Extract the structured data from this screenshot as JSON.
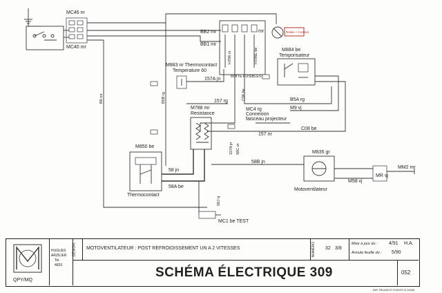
{
  "diagram": {
    "labels": {
      "mc46": "MC46 nr",
      "mc40": "MC40 mr",
      "bb2": "BB2 mr",
      "bb1": "BB1 mr",
      "mr_top": "mr",
      "h706": "H706 nr",
      "h706e": "H706E be",
      "boite": "BOITE FUSIBLES",
      "relay_note": "Relais + Contact",
      "m884": "M884 be",
      "temporisateur": "Temporisateur",
      "m883": "M883 nr Thermocontact",
      "temp60": "Temperature 60",
      "w157a_top": "157A jn",
      "c06": "C06 be",
      "w157_rg": "157 rg",
      "mc4": "MC4 rg",
      "connexion": "Connexion",
      "faisceau": "faisceau projecteur",
      "b5a": "B5A rg",
      "m9": "M9 vj",
      "c08": "C08 be",
      "w157_nr": "157 nr",
      "m788": "M788 mr",
      "resistance": "Resistance",
      "b6": "B6 mr",
      "b5b": "B5B rg",
      "m850": "M850 be",
      "thermocontact": "Thermocontact",
      "w58_jn": "58 jn",
      "w58a_be": "58A be",
      "w157a_v": "157A jn",
      "w58c": "58C or",
      "w58b": "58B jn",
      "m835": "M835 gr",
      "motoventilateur": "Motoventilateur",
      "m58": "M58 vj",
      "mr_vj": "MR vj",
      "mm2": "MM2 mr",
      "w58j": "58J vj",
      "mc1": "MC1 be TEST"
    }
  },
  "titleblock": {
    "logo_text": "QPY/MQ",
    "author_lines": [
      "HUGUES",
      "ARZILIER",
      "Tel.",
      "4826"
    ],
    "design_label": "DÉSIGN.",
    "description": "MOTOVENTILATEUR : POST REFROIDISSEMENT UN A 2 VITESSES",
    "numero_label": "NUMÉRO",
    "numero": "32",
    "numero_sub": "3/8",
    "maj_label": "Mise à jour du :",
    "maj_value": "4/91",
    "maj_author": "H.A.",
    "annule_label": "Annule feuille du :",
    "annule_value": "5/90",
    "main_title": "SCHÉMA ÉLECTRIQUE 309",
    "page_no": "052",
    "footer": "IMP. PEUGEOT POISSY B 10226"
  }
}
